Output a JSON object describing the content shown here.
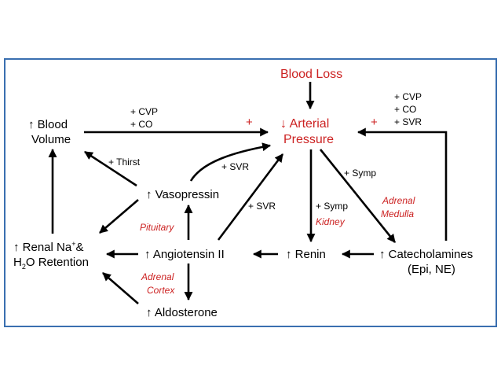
{
  "colors": {
    "border": "#3a6fb0",
    "text": "#000000",
    "accent_red": "#cc2222",
    "background": "#ffffff"
  },
  "nodes": {
    "blood_loss": "Blood Loss",
    "arterial_pressure_line1": "↓ Arterial",
    "arterial_pressure_line2": "Pressure",
    "blood_volume_line1": "↑ Blood",
    "blood_volume_line2": "Volume",
    "vasopressin": "↑ Vasopressin",
    "renal_line1_prefix": "↑ Renal Na",
    "renal_line1_sup": "+",
    "renal_line1_suffix": "&",
    "renal_line2_prefix": "H",
    "renal_line2_sub": "2",
    "renal_line2_suffix": "O Retention",
    "angiotensin": "↑ Angiotensin II",
    "renin": "↑ Renin",
    "catecholamines_line1": "↑ Catecholamines",
    "catecholamines_line2": "(Epi, NE)",
    "aldosterone": "↑ Aldosterone"
  },
  "edge_labels": {
    "cvp_left": "+ CVP",
    "co_left": "+ CO",
    "plus_left": "+",
    "plus_right": "+",
    "cvp_right": "+ CVP",
    "co_right": "+ CO",
    "svr_right": "+ SVR",
    "thirst": "+ Thirst",
    "svr_vaso": "+ SVR",
    "svr_ang": "+ SVR",
    "symp_renin": "+ Symp",
    "symp_cat": "+ Symp",
    "pituitary": "Pituitary",
    "kidney": "Kidney",
    "adrenal_medulla_line1": "Adrenal",
    "adrenal_medulla_line2": "Medulla",
    "adrenal_cortex_line1": "Adrenal",
    "adrenal_cortex_line2": "Cortex"
  }
}
